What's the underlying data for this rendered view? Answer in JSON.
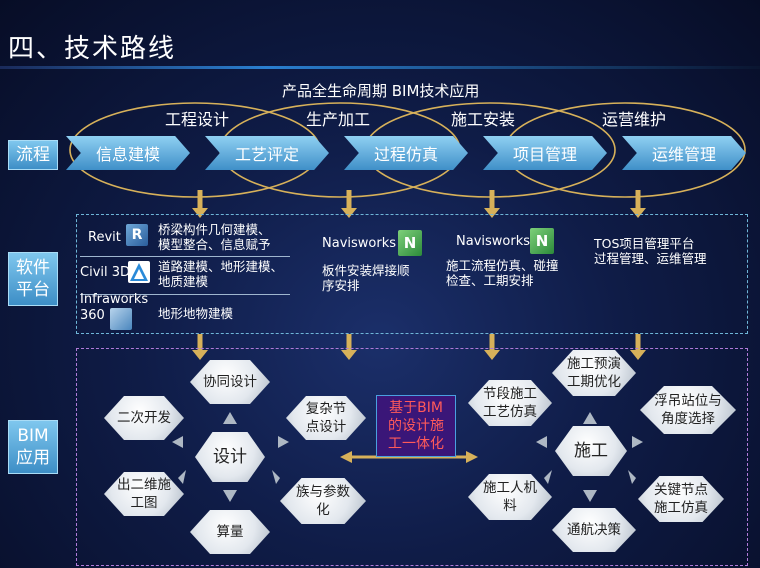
{
  "title": "四、技术路线",
  "header": {
    "lifecycle": "产品全生命周期 BIM技术应用"
  },
  "phases": [
    "工程设计",
    "生产加工",
    "施工安装",
    "运营维护"
  ],
  "side_labels": {
    "flow": "流程",
    "software": "软件\n平台",
    "bim": "BIM\n应用"
  },
  "flow_steps": [
    "信息建模",
    "工艺评定",
    "过程仿真",
    "项目管理",
    "运维管理"
  ],
  "software": {
    "revit": {
      "name": "Revit",
      "text": "桥梁构件几何建模、\n模型整合、信息赋予"
    },
    "civil3d": {
      "name": "Civil 3D",
      "text": "道路建模、地形建模、\n地质建模"
    },
    "infraworks": {
      "name": "Infraworks\n360",
      "text": "地形地物建模"
    },
    "navis1": {
      "name": "Navisworks",
      "text": "板件安装焊接顺\n序安排"
    },
    "navis2": {
      "name": "Navisworks",
      "text": "施工流程仿真、碰撞\n检查、工期安排"
    },
    "tos": {
      "text": "TOS项目管理平台\n过程管理、运维管理"
    }
  },
  "design": {
    "center": "设计",
    "items": [
      "协同设计",
      "二次开发",
      "复杂节\n点设计",
      "出二维施\n工图",
      "族与参数\n化",
      "算量"
    ]
  },
  "center_box": "基于BIM\n的设计施\n工一体化",
  "construction": {
    "center": "施工",
    "items": [
      "施工预演\n工期优化",
      "节段施工\n工艺仿真",
      "浮吊站位与\n角度选择",
      "施工人机\n料",
      "关键节点\n施工仿真",
      "通航决策"
    ]
  },
  "colors": {
    "chevron": "#5aa8dc",
    "center_text": "#ff5a5a",
    "center_bg": "#3a1678",
    "arrow": "#d7b15a"
  }
}
